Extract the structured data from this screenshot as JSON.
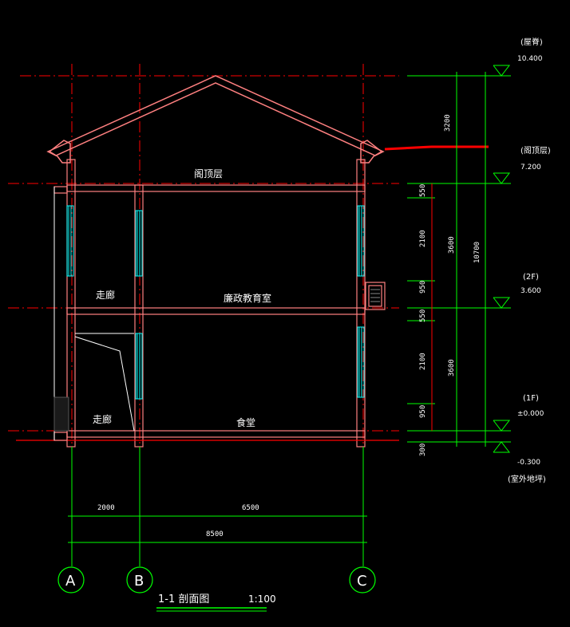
{
  "rooms": {
    "attic": "阁顶层",
    "corridor_upper": "走廊",
    "classroom": "廉政教育室",
    "corridor_lower": "走廊",
    "canteen": "食堂"
  },
  "levels": {
    "ridge_label": "(屋脊)",
    "ridge_value": "10.400",
    "attic_label": "(阁顶层)",
    "attic_value": "7.200",
    "second_label": "(2F)",
    "second_value": "3.600",
    "first_label": "(1F)",
    "first_value": "±0.000",
    "outdoor_value": "-0.300",
    "outdoor_label": "(室外地坪)"
  },
  "dims_vertical": {
    "roof": "3200",
    "f2_top": "550",
    "f2_win": "2100",
    "f2_bottom": "950",
    "f2_total": "3600",
    "f1_top": "550",
    "f1_win": "2100",
    "f1_bottom": "950",
    "f1_total": "3600",
    "overall": "10700",
    "plinth": "300"
  },
  "dims_horizontal": {
    "ab": "2000",
    "bc": "6500",
    "ac": "8500"
  },
  "axes": {
    "a": "A",
    "b": "B",
    "c": "C"
  },
  "title": {
    "name": "1-1  剖面图",
    "scale": "1:100"
  },
  "colors": {
    "background": "#000000",
    "dimension": "#00ff00",
    "gridline": "#ff0000",
    "wall": "#ff8080",
    "window": "#00ffff",
    "text": "#ffffff"
  }
}
